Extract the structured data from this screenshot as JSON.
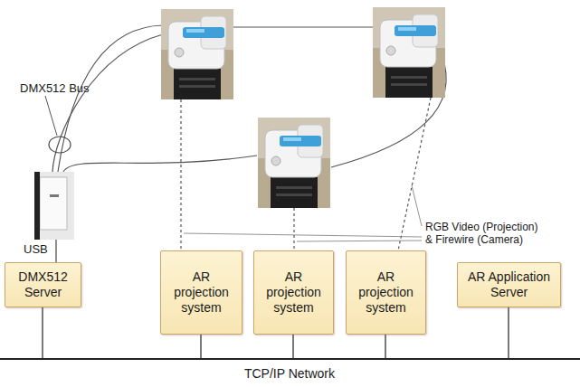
{
  "diagram": {
    "nodes": [
      {
        "text": [
          "DMX512 Server"
        ]
      },
      {
        "text": [
          "AR projection system"
        ]
      },
      {
        "text": [
          "AR projection system"
        ]
      },
      {
        "text": [
          "AR projection system"
        ]
      },
      {
        "text": [
          "AR Application Server"
        ]
      }
    ],
    "labels": [
      "DMX512 Bus",
      "USB",
      "RGB Video (Projection) & Firewire (Camera)",
      "TCP/IP Network"
    ]
  }
}
